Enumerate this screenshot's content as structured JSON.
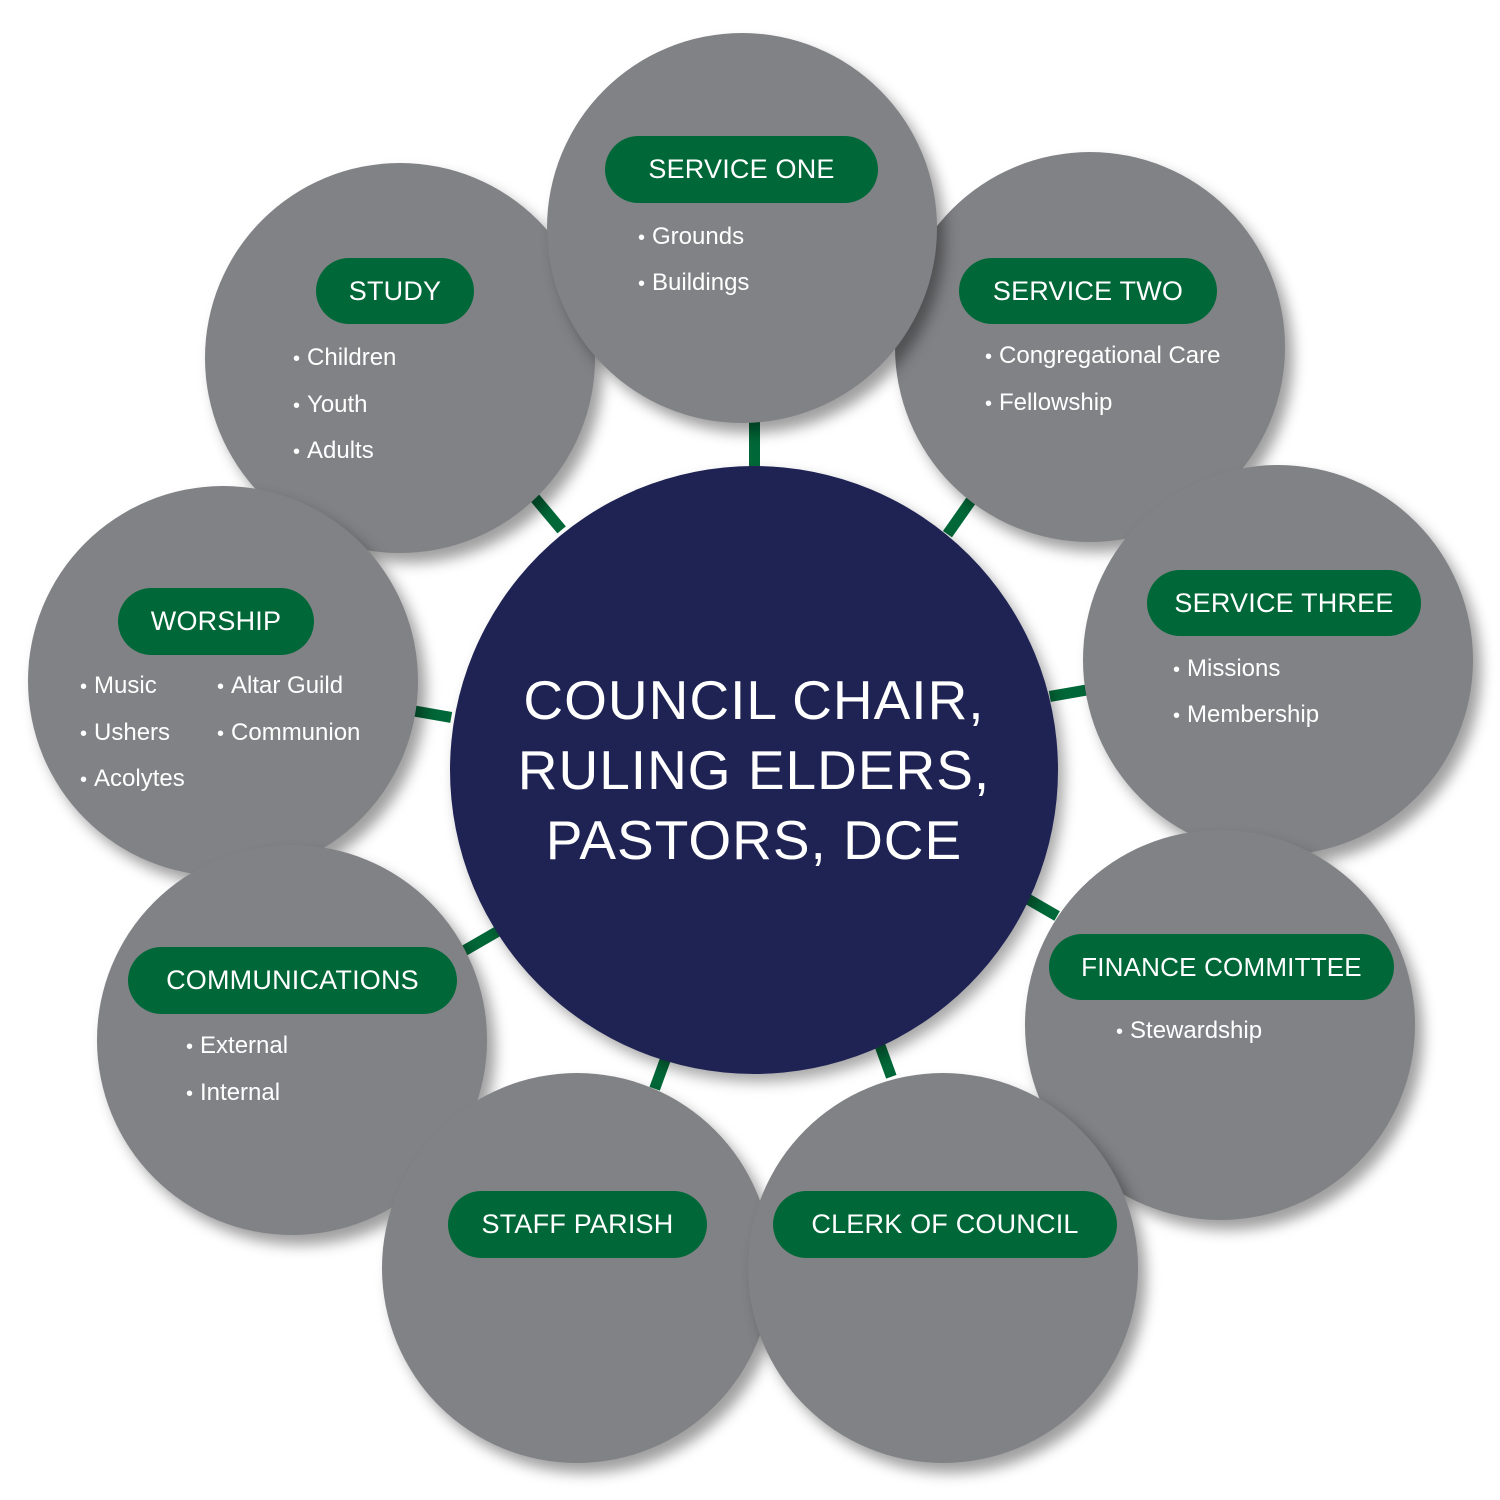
{
  "center": {
    "lines": [
      "COUNCIL CHAIR,",
      "RULING ELDERS,",
      "PASTORS, DCE"
    ]
  },
  "nodes": [
    {
      "id": "service-one",
      "title": "SERVICE ONE",
      "items": [
        "Grounds",
        "Buildings"
      ]
    },
    {
      "id": "service-two",
      "title": "SERVICE TWO",
      "items": [
        "Congregational Care",
        "Fellowship"
      ]
    },
    {
      "id": "service-three",
      "title": "SERVICE THREE",
      "items": [
        "Missions",
        "Membership"
      ]
    },
    {
      "id": "finance-committee",
      "title": "FINANCE COMMITTEE",
      "items": [
        "Stewardship"
      ]
    },
    {
      "id": "clerk-of-council",
      "title": "CLERK OF COUNCIL",
      "items": []
    },
    {
      "id": "staff-parish",
      "title": "STAFF PARISH",
      "items": []
    },
    {
      "id": "communications",
      "title": "COMMUNICATIONS",
      "items": [
        "External",
        "Internal"
      ]
    },
    {
      "id": "worship",
      "title": "WORSHIP",
      "items": [
        "Music",
        "Altar Guild",
        "Ushers",
        "Communion",
        "Acolytes"
      ]
    },
    {
      "id": "study",
      "title": "STUDY",
      "items": [
        "Children",
        "Youth",
        "Adults"
      ]
    }
  ],
  "colors": {
    "circle": "#818285",
    "pill": "#006838",
    "center": "#1f2354",
    "text": "#ffffff"
  },
  "bullet_glyph": "•"
}
